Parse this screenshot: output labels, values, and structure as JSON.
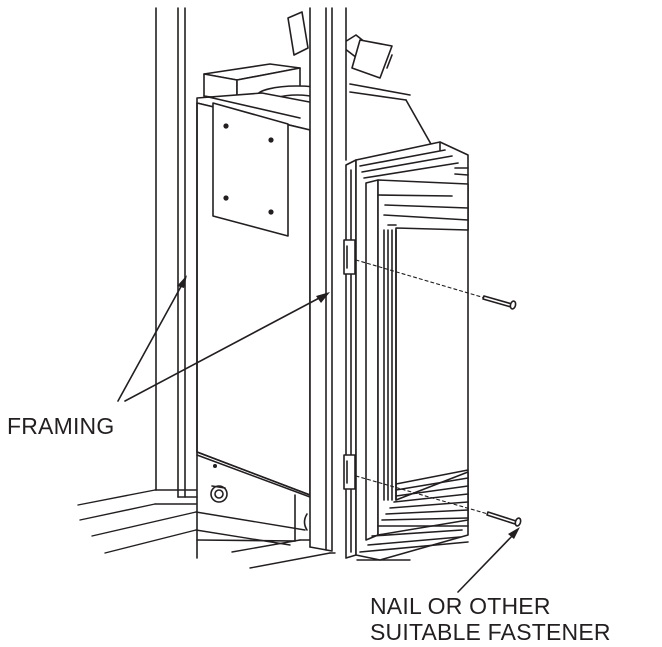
{
  "labels": {
    "framing": "FRAMING",
    "fastener_line1": "NAIL OR OTHER",
    "fastener_line2": "SUITABLE FASTENER"
  },
  "colors": {
    "ink": "#231f20",
    "background": "#ffffff",
    "panel_fill": "#ffffff"
  }
}
